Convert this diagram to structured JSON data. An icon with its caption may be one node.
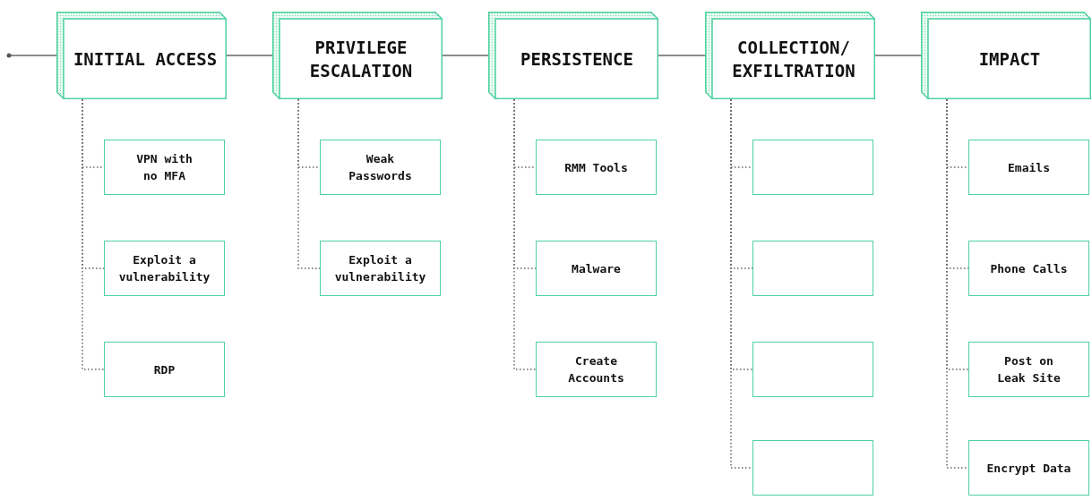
{
  "diagram": {
    "nodes": [
      {
        "text": [
          "INITIAL ACCESS"
        ]
      },
      {
        "text": [
          "VPN with no MFA"
        ]
      },
      {
        "text": [
          "Exploit a vulnerability"
        ]
      },
      {
        "text": [
          "RDP"
        ]
      },
      {
        "text": [
          "PRIVILEGE ESCALATION"
        ]
      },
      {
        "text": [
          "Weak Passwords"
        ]
      },
      {
        "text": [
          "Exploit a vulnerability"
        ]
      },
      {
        "text": [
          "PERSISTENCE"
        ]
      },
      {
        "text": [
          "RMM Tools"
        ]
      },
      {
        "text": [
          "Malware"
        ]
      },
      {
        "text": [
          "Create Accounts"
        ]
      },
      {
        "text": [
          "COLLECTION/ EXFILTRATION"
        ]
      },
      {
        "text": [],
        "shape": "box"
      },
      {
        "text": [],
        "shape": "box"
      },
      {
        "text": [],
        "shape": "box"
      },
      {
        "text": [],
        "shape": "box"
      },
      {
        "text": [
          "IMPACT"
        ]
      },
      {
        "text": [
          "Emails"
        ]
      },
      {
        "text": [
          "Phone Calls"
        ]
      },
      {
        "text": [
          "Post on Leak Site"
        ]
      },
      {
        "text": [
          "Encrypt Data"
        ]
      }
    ],
    "edges": [
      {
        "from": null,
        "to": 0,
        "arrow": "other"
      },
      {
        "from": 0,
        "to": 4,
        "arrow": "none"
      },
      {
        "from": 4,
        "to": 7,
        "arrow": "none"
      },
      {
        "from": 7,
        "to": 11,
        "arrow": "none"
      },
      {
        "from": 11,
        "to": 16,
        "arrow": "none"
      },
      {
        "from": 0,
        "to": 1,
        "arrow": "none",
        "style": "dashed"
      },
      {
        "from": 0,
        "to": 2,
        "arrow": "none",
        "style": "dashed"
      },
      {
        "from": 0,
        "to": 3,
        "arrow": "none",
        "style": "dashed"
      },
      {
        "from": 4,
        "to": 5,
        "arrow": "none",
        "style": "dashed"
      },
      {
        "from": 4,
        "to": 6,
        "arrow": "none",
        "style": "dashed"
      },
      {
        "from": 7,
        "to": 8,
        "arrow": "none",
        "style": "dashed"
      },
      {
        "from": 7,
        "to": 9,
        "arrow": "none",
        "style": "dashed"
      },
      {
        "from": 7,
        "to": 10,
        "arrow": "none",
        "style": "dashed"
      },
      {
        "from": 11,
        "to": 12,
        "arrow": "none",
        "style": "dashed"
      },
      {
        "from": 11,
        "to": 13,
        "arrow": "none",
        "style": "dashed"
      },
      {
        "from": 11,
        "to": 14,
        "arrow": "none",
        "style": "dashed"
      },
      {
        "from": 11,
        "to": 15,
        "arrow": "none",
        "style": "dashed"
      },
      {
        "from": 16,
        "to": 17,
        "arrow": "none",
        "style": "dashed"
      },
      {
        "from": 16,
        "to": 18,
        "arrow": "none",
        "style": "dashed"
      },
      {
        "from": 16,
        "to": 19,
        "arrow": "none",
        "style": "dashed"
      },
      {
        "from": 16,
        "to": 20,
        "arrow": "none",
        "style": "dashed"
      }
    ]
  }
}
